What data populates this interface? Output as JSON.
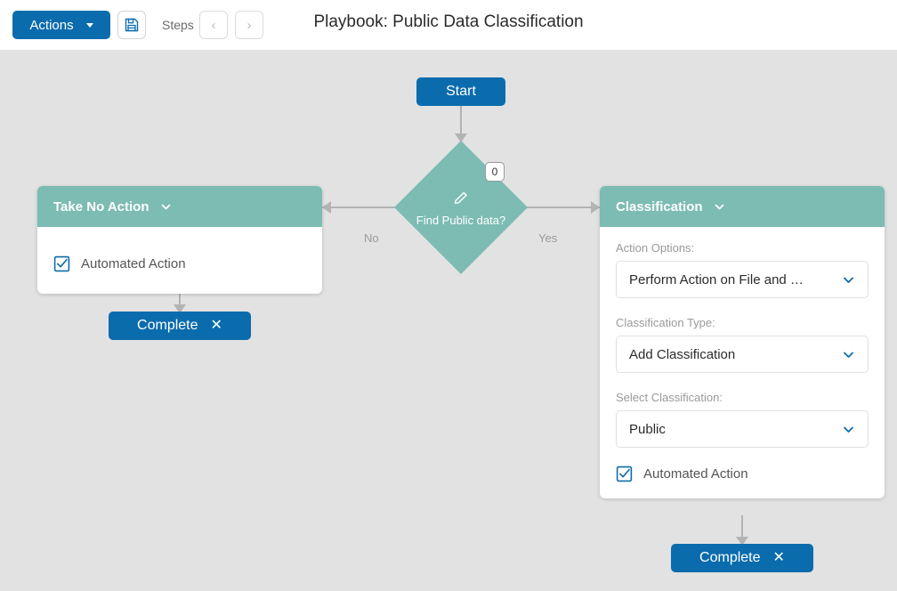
{
  "toolbar": {
    "actions_label": "Actions",
    "actions_caret_icon": "caret-down-icon",
    "save_icon": "save-floppy-icon",
    "steps_label": "Steps",
    "prev_icon": "chevron-left-icon",
    "next_icon": "chevron-right-icon",
    "prev_glyph": "‹",
    "next_glyph": "›"
  },
  "header": {
    "title": "Playbook: Public Data Classification"
  },
  "flow": {
    "start_label": "Start",
    "decision": {
      "label": "Find Public data?",
      "edit_icon": "pencil-icon",
      "badge_count": "0",
      "branch_no": "No",
      "branch_yes": "Yes"
    },
    "left_card": {
      "title": "Take No Action",
      "collapse_icon": "chevron-down-icon",
      "automated_action_label": "Automated Action",
      "checkbox_icon": "checkbox-checked-icon"
    },
    "right_card": {
      "title": "Classification",
      "collapse_icon": "chevron-down-icon",
      "fields": [
        {
          "label": "Action Options:",
          "value": "Perform Action on File and …",
          "chevron_icon": "chevron-down-icon"
        },
        {
          "label": "Classification Type:",
          "value": "Add Classification",
          "chevron_icon": "chevron-down-icon"
        },
        {
          "label": "Select Classification:",
          "value": "Public",
          "chevron_icon": "chevron-down-icon"
        }
      ],
      "automated_action_label": "Automated Action",
      "checkbox_icon": "checkbox-checked-icon"
    },
    "complete_left": {
      "label": "Complete",
      "close_icon": "close-x-icon",
      "close_glyph": "✕"
    },
    "complete_right": {
      "label": "Complete",
      "close_icon": "close-x-icon",
      "close_glyph": "✕"
    }
  },
  "colors": {
    "primary_blue": "#0a6cad",
    "node_teal": "#7cbcb2",
    "canvas_gray": "#e2e2e2",
    "connector_gray": "#b3b3b3"
  }
}
